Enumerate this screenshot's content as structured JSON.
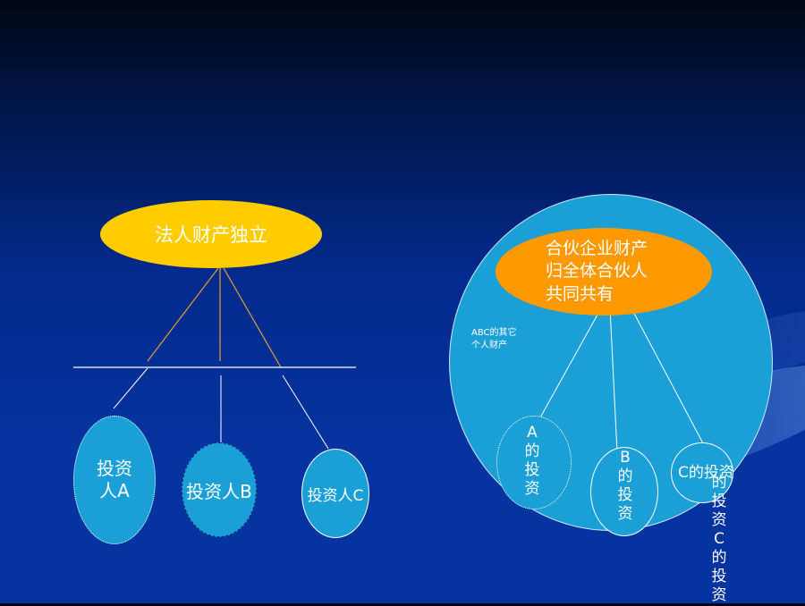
{
  "colors": {
    "title_left_fill": "#ffcc00",
    "title_right_fill": "#ff9900",
    "node_fill": "#1aa0d6",
    "connector_orange": "#ffcc66",
    "connector_white": "#ffffff"
  },
  "left": {
    "title": "法人财产独立",
    "investor_a": "投资人A",
    "investor_b": "投资人B",
    "investor_c": "投资人C"
  },
  "right": {
    "title": "合伙企业财产归全体合伙人共同共有",
    "title_lines": [
      "合伙企业财产",
      "归全体合伙人",
      "共同共有"
    ],
    "other_property": "ABC的其它个人财产",
    "a_investment": "A的投资",
    "b_investment": "B的投资",
    "c_investment_label": "C的投资",
    "c_investment_overflow": "的投资C的投资"
  }
}
